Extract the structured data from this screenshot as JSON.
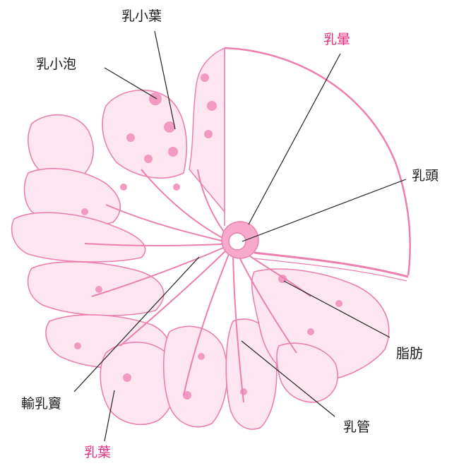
{
  "labels": {
    "lobule": "乳小葉",
    "alveolus": "乳小泡",
    "areola": "乳暈",
    "nipple": "乳頭",
    "fat": "脂肪",
    "sinus": "輸乳竇",
    "duct": "乳管",
    "lobe": "乳葉"
  },
  "colors": {
    "tissue": "#ec7fb0",
    "tissue_fill": "#f8c3da",
    "dark_text": "#1a1a1a",
    "pink_text": "#e0307f",
    "leader": "#222222"
  }
}
